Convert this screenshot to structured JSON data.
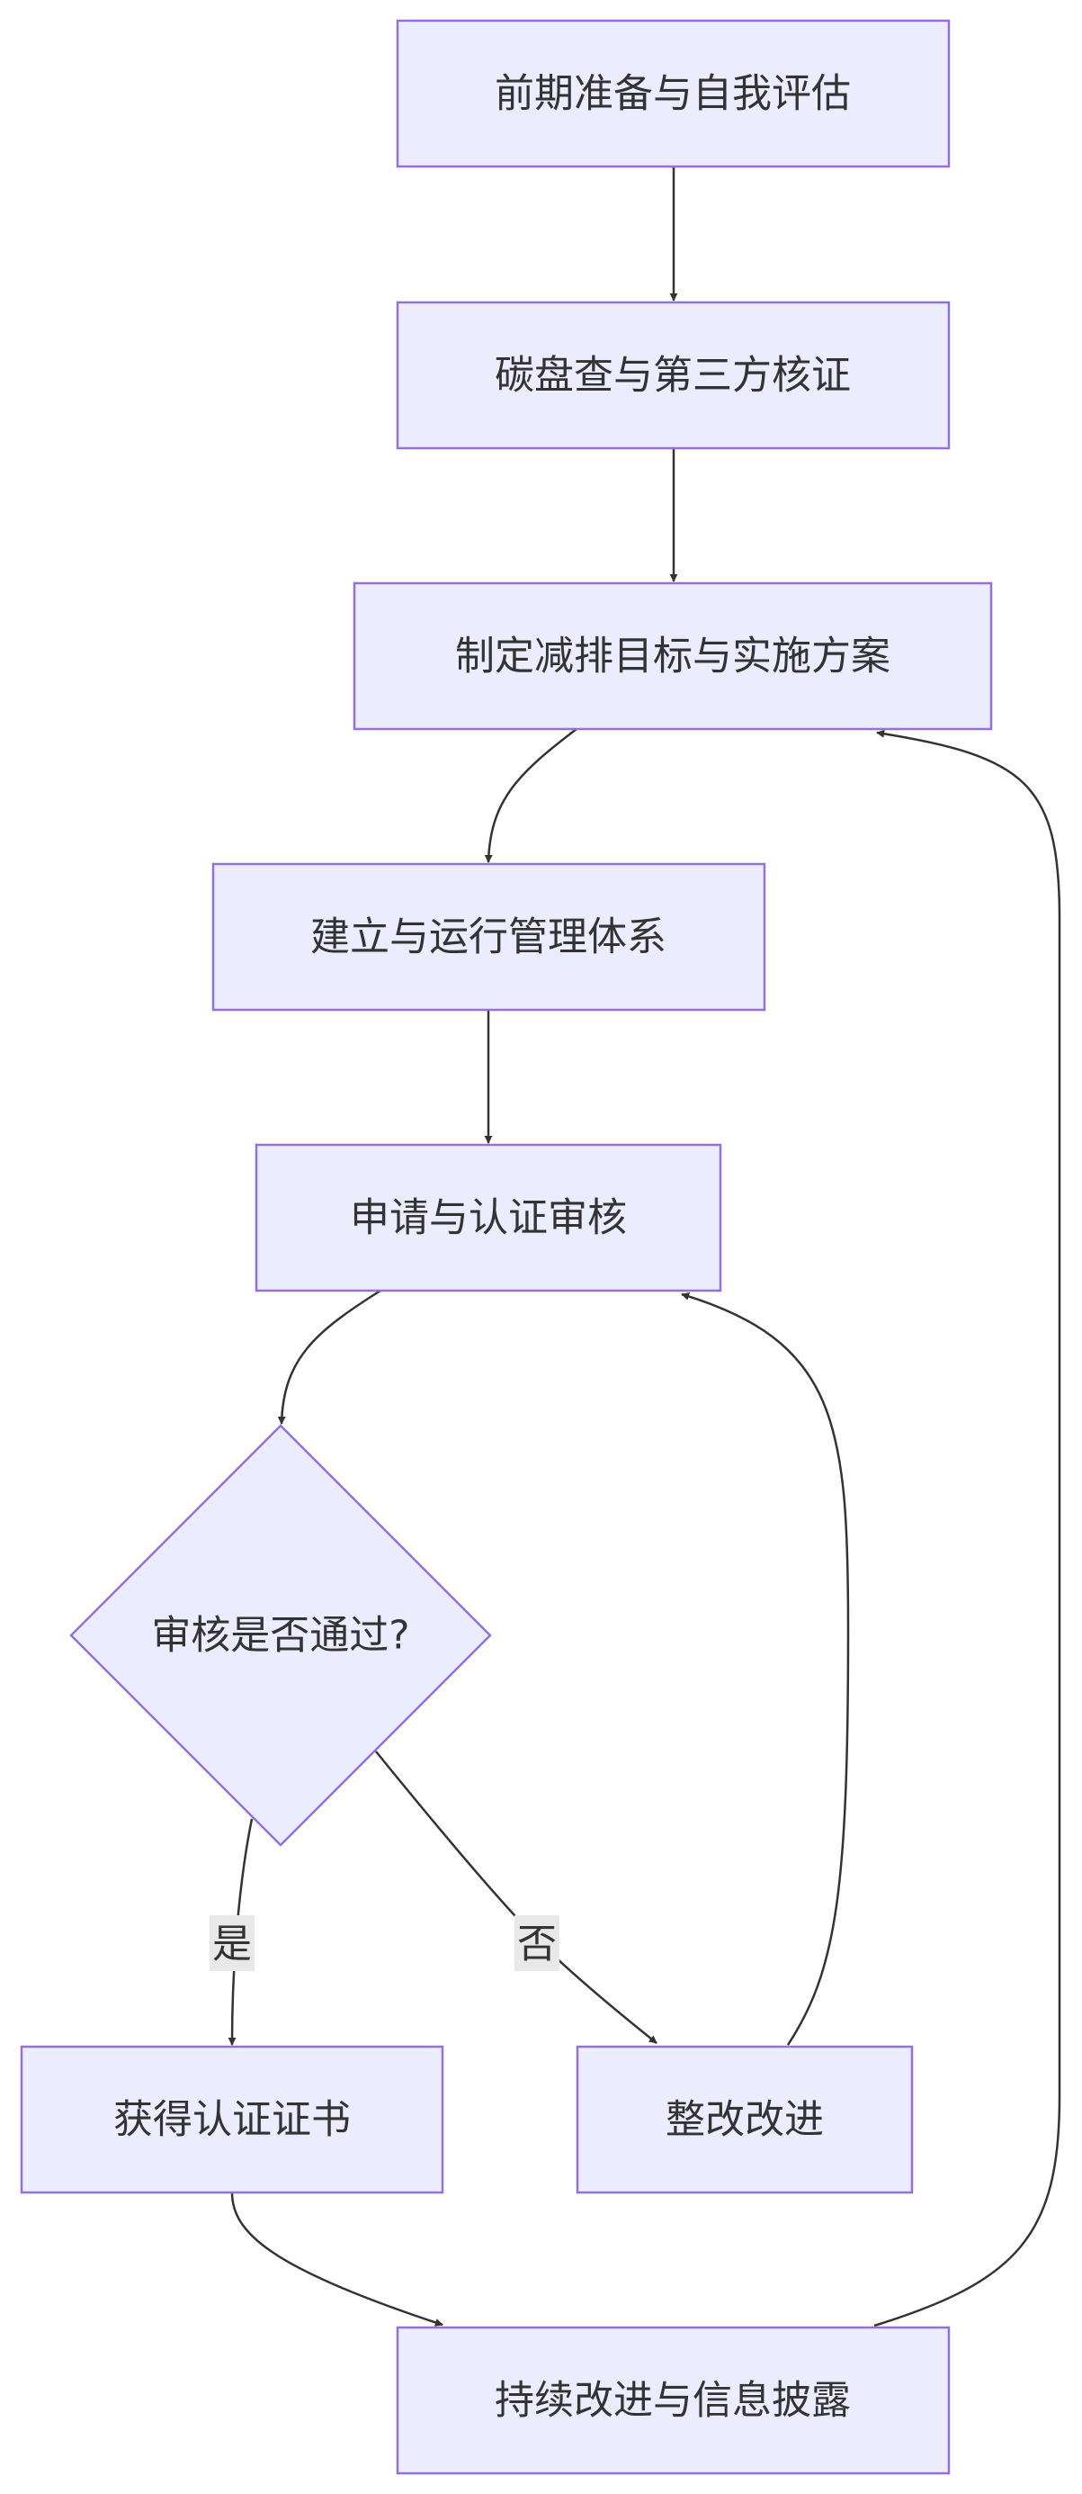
{
  "diagram": {
    "nodes": {
      "n1": "前期准备与自我评估",
      "n2": "碳盘查与第三方核证",
      "n3": "制定减排目标与实施方案",
      "n4": "建立与运行管理体系",
      "n5": "申请与认证审核",
      "n6": "审核是否通过?",
      "n7": "获得认证证书",
      "n8": "整改改进",
      "n9": "持续改进与信息披露"
    },
    "edge_labels": {
      "yes": "是",
      "no": "否"
    },
    "colors": {
      "node_fill": "#ECECFF",
      "node_stroke": "#9370DB",
      "edge": "#333333",
      "text": "#333333",
      "edge_label_bg": "#e8e8e8"
    }
  }
}
